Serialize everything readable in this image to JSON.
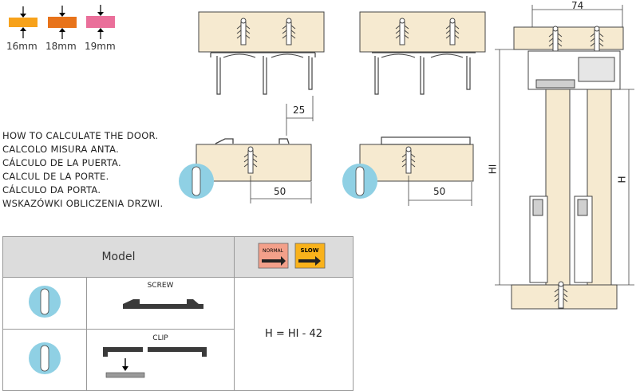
{
  "thickness": {
    "items": [
      {
        "label": "16mm",
        "color": "#f7a21b"
      },
      {
        "label": "18mm",
        "color": "#e8731a"
      },
      {
        "label": "19mm",
        "color": "#ea6f9a"
      }
    ]
  },
  "howto": {
    "lines": [
      "HOW TO CALCULATE THE DOOR.",
      "CALCOLO MISURA ANTA.",
      "CÁLCULO DE LA PUERTA.",
      "CALCUL DE LA PORTE.",
      "CÁLCULO DA PORTA.",
      "WSKAZÓWKI OBLICZENIA DRZWI."
    ]
  },
  "dims": {
    "offset": "25",
    "left_width": "50",
    "right_width": "50",
    "depth": "74",
    "hi": "HI",
    "h": "H"
  },
  "table": {
    "header_model": "Model",
    "badge_normal": "NORMAL",
    "badge_slow": "SLOW",
    "row1_label": "SCREW",
    "row2_label": "CLIP",
    "formula": "H = HI - 42"
  },
  "colors": {
    "wood": "#f6ead0",
    "stroke": "#444444",
    "icon_blue": "#8fd0e4",
    "badge_normal": "#f3a08a",
    "badge_slow": "#f9b21b"
  }
}
